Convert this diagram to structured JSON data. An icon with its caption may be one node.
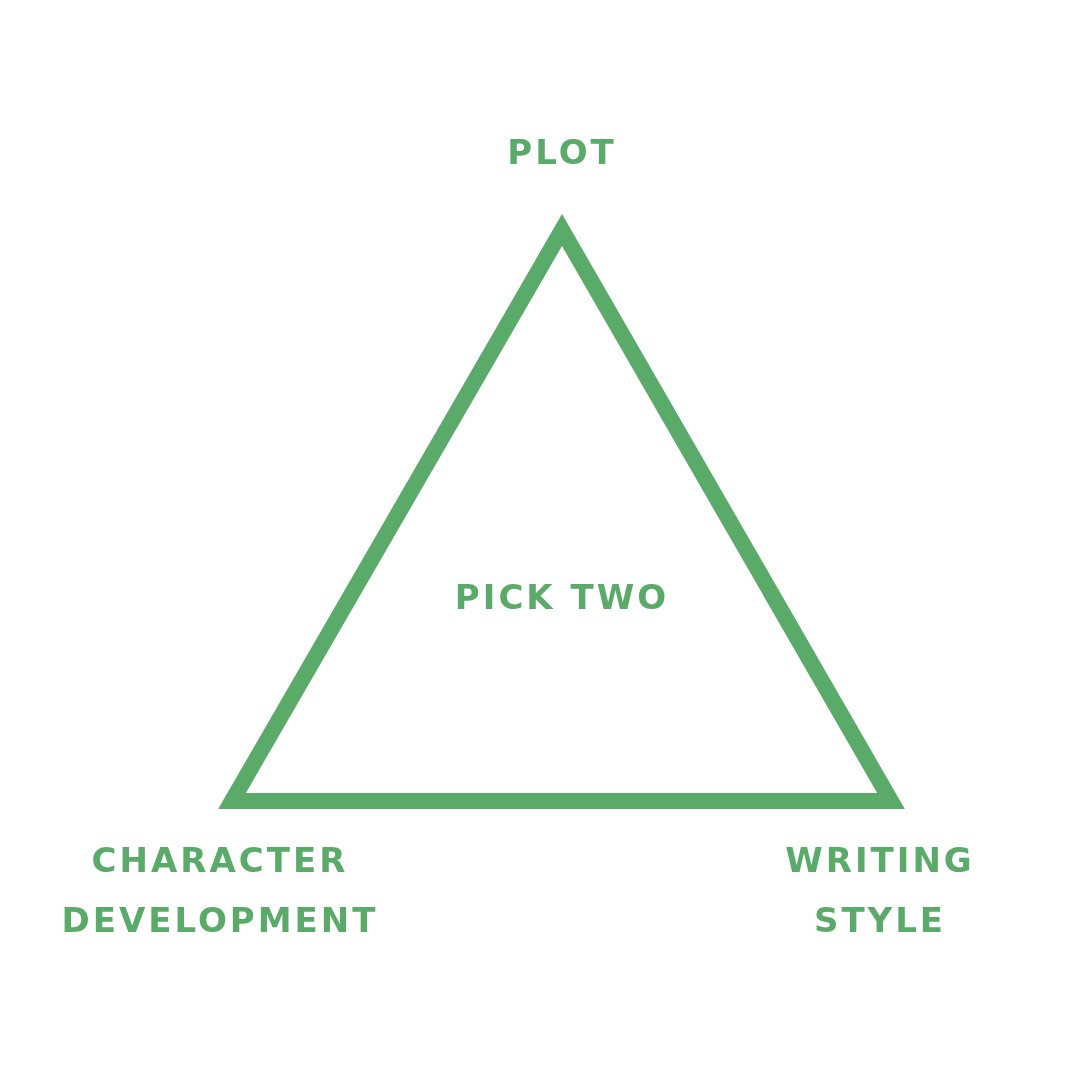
{
  "diagram": {
    "nodes": [
      {
        "text": [
          "PICK TWO"
        ]
      }
    ],
    "labels": [
      "PLOT",
      "CHARACTER DEVELOPMENT",
      "WRITING STYLE"
    ]
  }
}
